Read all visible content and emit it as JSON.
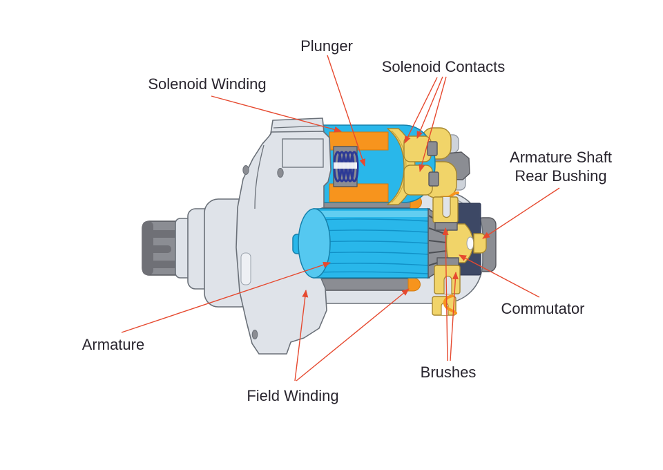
{
  "figure": {
    "type": "labeled-diagram",
    "subject": "Starter motor cutaway illustration",
    "labels": {
      "plunger": "Plunger",
      "solenoid_contacts": "Solenoid Contacts",
      "solenoid_winding": "Solenoid Winding",
      "armature_shaft_rear_bushing_line1": "Armature Shaft",
      "armature_shaft_rear_bushing_line2": "Rear Bushing",
      "commutator": "Commutator",
      "brushes": "Brushes",
      "field_winding": "Field Winding",
      "armature": "Armature"
    },
    "colors": {
      "background": "#ffffff",
      "label_text": "#29252e",
      "arrow": "#e6492f",
      "housing": "#dfe3e9",
      "housing_outline": "#6a7078",
      "blue": "#29b7ea",
      "blue_dark": "#1191c7",
      "blue_outline": "#1580ab",
      "orange": "#f7941d",
      "orange_outline": "#cf7a10",
      "yellow": "#f1d469",
      "yellow_outline": "#a5862f",
      "gray_metal": "#8b8d93",
      "gray_dark": "#55565c",
      "navy": "#3d4865",
      "navy_outline": "#2b3450",
      "spring_blue": "#2d3a96"
    }
  }
}
